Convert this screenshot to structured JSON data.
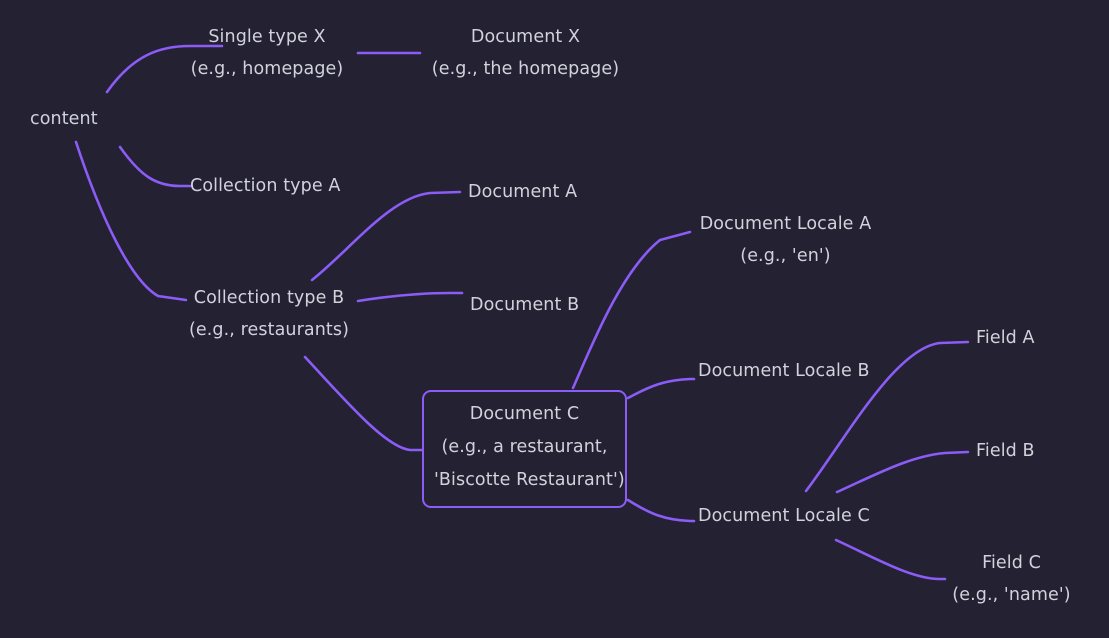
{
  "diagram": {
    "title": "content structure mind map",
    "background_color": "#232132",
    "edge_color": "#8b5cf6",
    "text_color": "#d2d2dc",
    "box_border_color": "#8b5cf6"
  },
  "nodes": {
    "content": {
      "line1": "content"
    },
    "single_type_x": {
      "line1": "Single type X",
      "line2": "(e.g., homepage)"
    },
    "document_x": {
      "line1": "Document X",
      "line2": "(e.g., the homepage)"
    },
    "collection_type_a": {
      "line1": "Collection type A"
    },
    "document_a": {
      "line1": "Document A"
    },
    "collection_type_b": {
      "line1": "Collection type B",
      "line2": "(e.g., restaurants)"
    },
    "document_b": {
      "line1": "Document B"
    },
    "document_c": {
      "line1": "Document C",
      "line2": "(e.g., a restaurant,",
      "line3": "'Biscotte Restaurant')"
    },
    "document_locale_a": {
      "line1": "Document Locale A",
      "line2": "(e.g., 'en')"
    },
    "document_locale_b": {
      "line1": "Document Locale B"
    },
    "document_locale_c": {
      "line1": "Document Locale C"
    },
    "field_a": {
      "line1": "Field A"
    },
    "field_b": {
      "line1": "Field B"
    },
    "field_c": {
      "line1": "Field C",
      "line2": "(e.g., 'name')"
    }
  },
  "edges": [
    {
      "from": "content",
      "to": "single-type-x"
    },
    {
      "from": "content",
      "to": "collection-type-a"
    },
    {
      "from": "content",
      "to": "collection-type-b"
    },
    {
      "from": "single-type-x",
      "to": "document-x"
    },
    {
      "from": "collection-type-a",
      "to": "document-a"
    },
    {
      "from": "collection-type-b",
      "to": "document-b"
    },
    {
      "from": "collection-type-b",
      "to": "document-c"
    },
    {
      "from": "document-c",
      "to": "document-locale-a"
    },
    {
      "from": "document-c",
      "to": "document-locale-b"
    },
    {
      "from": "document-c",
      "to": "document-locale-c"
    },
    {
      "from": "document-locale-c",
      "to": "field-a"
    },
    {
      "from": "document-locale-c",
      "to": "field-b"
    },
    {
      "from": "document-locale-c",
      "to": "field-c"
    }
  ]
}
